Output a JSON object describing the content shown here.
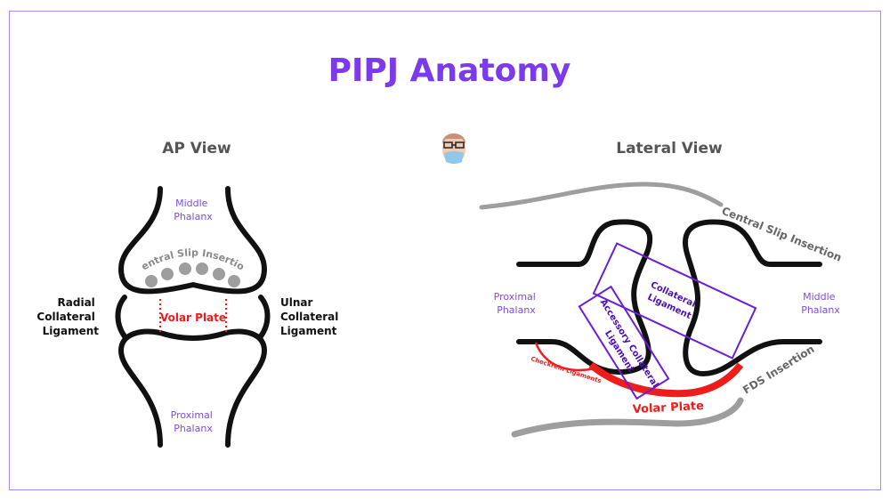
{
  "title": "PIPJ Anatomy",
  "colors": {
    "title": "#7c3aed",
    "frame": "#a78bfa",
    "bone": "#111111",
    "gray": "#9e9e9e",
    "label_purple": "#7c4ddb",
    "dark_purple": "#4b0fb8",
    "box_purple": "#6a1fd6",
    "red": "#ef1c1c"
  },
  "logo": {
    "icon": "surgeon-avatar-icon"
  },
  "ap_view": {
    "heading": "AP View",
    "middle_phalanx": [
      "Middle",
      "Phalanx"
    ],
    "proximal_phalanx": [
      "Proximal",
      "Phalanx"
    ],
    "central_slip": "Central Slip Insertion",
    "volar_plate": "Volar Plate",
    "radial_collateral": [
      "Radial",
      "Collateral",
      "Ligament"
    ],
    "ulnar_collateral": [
      "Ulnar",
      "Collateral",
      "Ligament"
    ]
  },
  "lateral_view": {
    "heading": "Lateral View",
    "central_slip": "Central Slip Insertion",
    "proximal_phalanx": [
      "Proximal",
      "Phalanx"
    ],
    "middle_phalanx": [
      "Middle",
      "Phalanx"
    ],
    "collateral_ligament": [
      "Collateral",
      "Ligament"
    ],
    "accessory_collateral": [
      "Accessory Collateral",
      "Ligament"
    ],
    "checkrein": "Checkrein Ligaments",
    "fds_insertion": "FDS Insertion",
    "volar_plate": "Volar Plate"
  }
}
